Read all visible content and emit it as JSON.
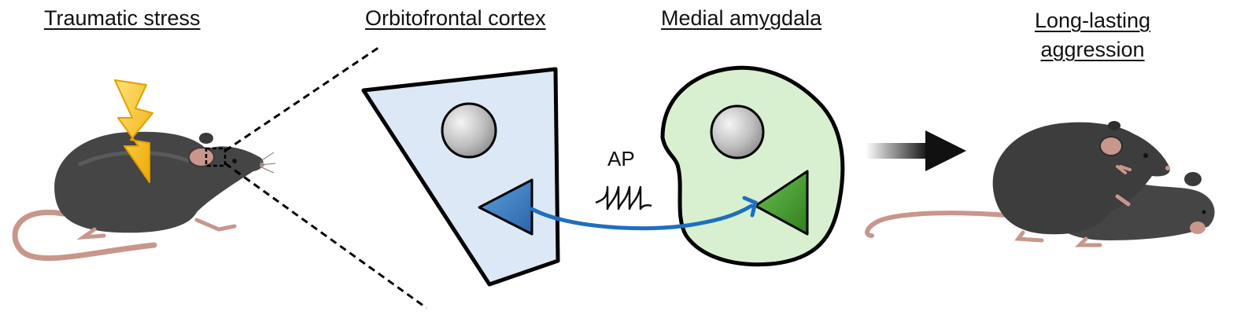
{
  "labels": {
    "traumatic_stress": "Traumatic stress",
    "orbitofrontal_cortex": "Orbitofrontal cortex",
    "medial_amygdala": "Medial amygdala",
    "long_lasting": "Long-lasting",
    "aggression": "aggression",
    "action_potential": "AP"
  },
  "colors": {
    "ofc_fill": "#dce8f5",
    "amygdala_fill": "#d8f0cf",
    "ofc_neuron": "#3b7fc4",
    "amygdala_neuron": "#3f9a2c",
    "axon": "#1f6fbf",
    "lightning": "#f6c324",
    "mouse_body": "#454545",
    "mouse_skin": "#c9968c"
  },
  "icons": {
    "stress": "lightning-bolt-icon",
    "transition": "arrow-right-icon"
  }
}
